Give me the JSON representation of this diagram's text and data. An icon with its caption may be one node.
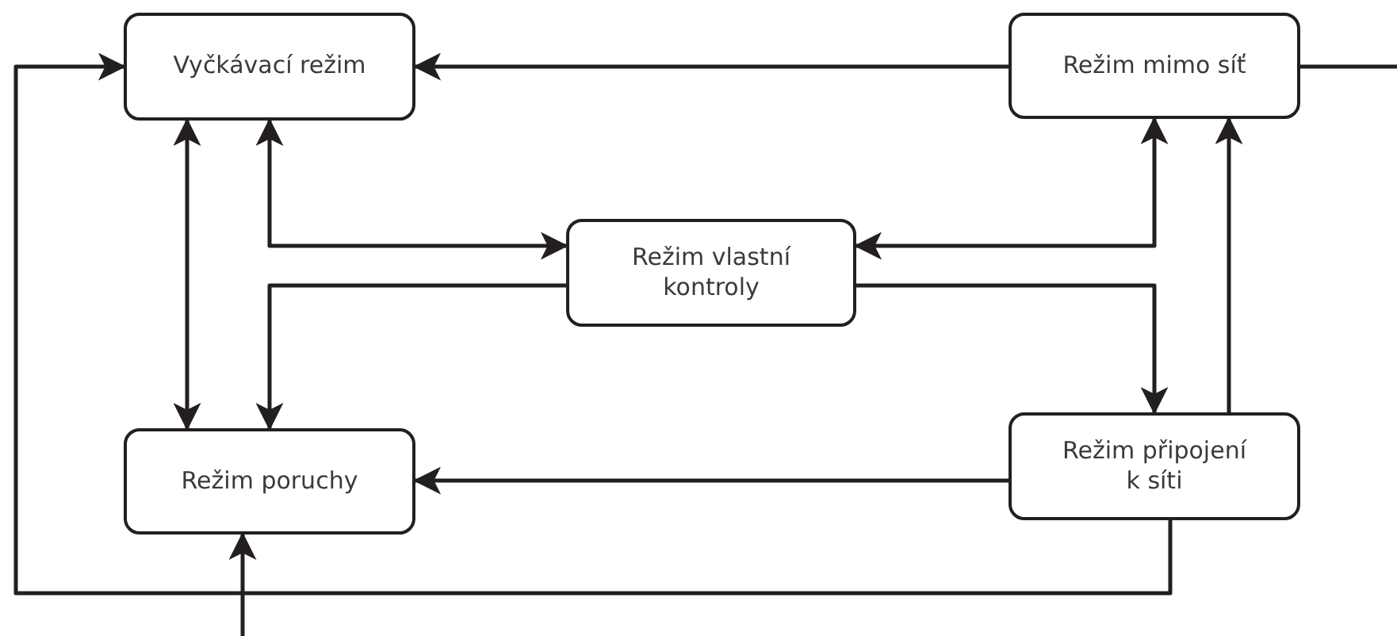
{
  "diagram": {
    "nodes": [
      {
        "text": [
          "Vyčkávací režim"
        ]
      },
      {
        "text": [
          "Režim mimo síť"
        ]
      },
      {
        "text": [
          "Režim vlastní kontroly"
        ]
      },
      {
        "text": [
          "Režim poruchy"
        ]
      },
      {
        "text": [
          "Režim připojení k síti"
        ]
      }
    ],
    "edges": [
      {
        "from": 1,
        "to": 0,
        "arrow": "to"
      },
      {
        "from": 1,
        "to": null,
        "arrow": "none"
      },
      {
        "from": 0,
        "to": 3,
        "arrow": "both"
      },
      {
        "from": 0,
        "to": 2,
        "arrow": "both"
      },
      {
        "from": 2,
        "to": 1,
        "arrow": "both"
      },
      {
        "from": 2,
        "to": 3,
        "arrow": "to"
      },
      {
        "from": 2,
        "to": 4,
        "arrow": "to"
      },
      {
        "from": 4,
        "to": 1,
        "arrow": "to"
      },
      {
        "from": 4,
        "to": 3,
        "arrow": "to"
      },
      {
        "from": 4,
        "to": 0,
        "arrow": "to"
      },
      {
        "from": null,
        "to": 3,
        "arrow": "to"
      }
    ]
  }
}
